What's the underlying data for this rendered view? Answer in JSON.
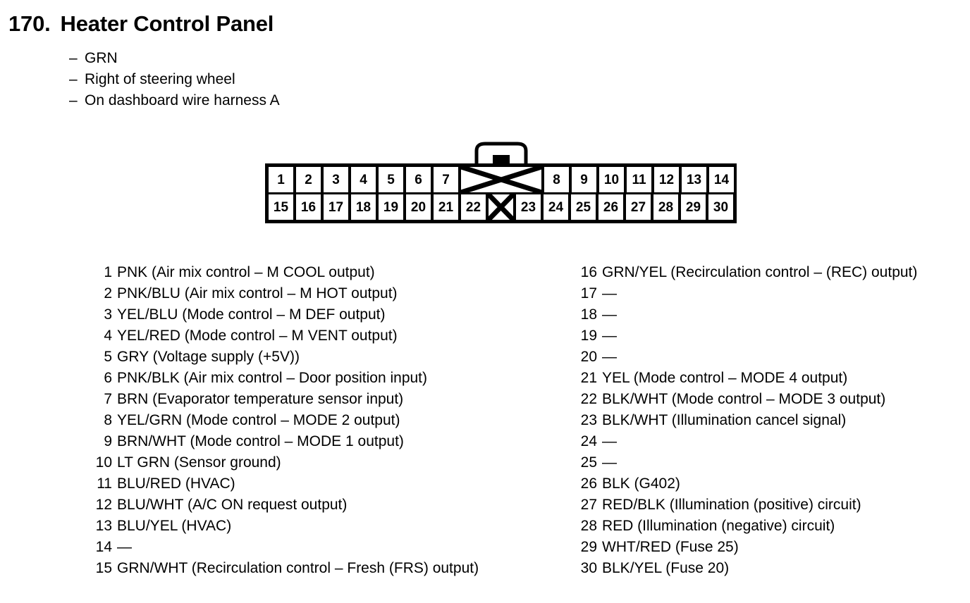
{
  "header": {
    "number": "170.",
    "title": "Heater Control Panel",
    "bullets": [
      {
        "dash": "–",
        "text": "GRN"
      },
      {
        "dash": "–",
        "text": "Right of steering wheel"
      },
      {
        "dash": "–",
        "text": "On dashboard wire harness A"
      }
    ]
  },
  "connector": {
    "latch_icon": "connector-latch-tab",
    "blank_marker": "x-crossed-blank-cavity",
    "top_row": [
      {
        "label": "1",
        "type": "pin",
        "span": 1
      },
      {
        "label": "2",
        "type": "pin",
        "span": 1
      },
      {
        "label": "3",
        "type": "pin",
        "span": 1
      },
      {
        "label": "4",
        "type": "pin",
        "span": 1
      },
      {
        "label": "5",
        "type": "pin",
        "span": 1
      },
      {
        "label": "6",
        "type": "pin",
        "span": 1
      },
      {
        "label": "7",
        "type": "pin",
        "span": 1
      },
      {
        "label": "",
        "type": "blank",
        "span": 2
      },
      {
        "label": "8",
        "type": "pin",
        "span": 1
      },
      {
        "label": "9",
        "type": "pin",
        "span": 1
      },
      {
        "label": "10",
        "type": "pin",
        "span": 1
      },
      {
        "label": "11",
        "type": "pin",
        "span": 1
      },
      {
        "label": "12",
        "type": "pin",
        "span": 1
      },
      {
        "label": "13",
        "type": "pin",
        "span": 1
      },
      {
        "label": "14",
        "type": "pin",
        "span": 1
      }
    ],
    "bottom_row": [
      {
        "label": "15",
        "type": "pin",
        "span": 1
      },
      {
        "label": "16",
        "type": "pin",
        "span": 1
      },
      {
        "label": "17",
        "type": "pin",
        "span": 1
      },
      {
        "label": "18",
        "type": "pin",
        "span": 1
      },
      {
        "label": "19",
        "type": "pin",
        "span": 1
      },
      {
        "label": "20",
        "type": "pin",
        "span": 1
      },
      {
        "label": "21",
        "type": "pin",
        "span": 1
      },
      {
        "label": "22",
        "type": "pin",
        "span": 1
      },
      {
        "label": "",
        "type": "blank",
        "span": 1
      },
      {
        "label": "23",
        "type": "pin",
        "span": 1
      },
      {
        "label": "24",
        "type": "pin",
        "span": 1
      },
      {
        "label": "25",
        "type": "pin",
        "span": 1
      },
      {
        "label": "26",
        "type": "pin",
        "span": 1
      },
      {
        "label": "27",
        "type": "pin",
        "span": 1
      },
      {
        "label": "28",
        "type": "pin",
        "span": 1
      },
      {
        "label": "29",
        "type": "pin",
        "span": 1
      },
      {
        "label": "30",
        "type": "pin",
        "span": 1
      }
    ]
  },
  "pin_list_left": [
    {
      "no": "1",
      "desc": "PNK (Air mix control – M COOL output)"
    },
    {
      "no": "2",
      "desc": "PNK/BLU (Air mix control – M HOT output)"
    },
    {
      "no": "3",
      "desc": "YEL/BLU (Mode control – M DEF output)"
    },
    {
      "no": "4",
      "desc": "YEL/RED (Mode control – M VENT output)"
    },
    {
      "no": "5",
      "desc": "GRY (Voltage supply (+5V))"
    },
    {
      "no": "6",
      "desc": "PNK/BLK (Air mix control – Door position input)"
    },
    {
      "no": "7",
      "desc": "BRN (Evaporator temperature sensor input)"
    },
    {
      "no": "8",
      "desc": "YEL/GRN (Mode control – MODE 2 output)"
    },
    {
      "no": "9",
      "desc": "BRN/WHT (Mode control – MODE 1 output)"
    },
    {
      "no": "10",
      "desc": "LT GRN (Sensor ground)"
    },
    {
      "no": "11",
      "desc": "BLU/RED (HVAC)"
    },
    {
      "no": "12",
      "desc": "BLU/WHT (A/C ON request output)"
    },
    {
      "no": "13",
      "desc": "BLU/YEL (HVAC)"
    },
    {
      "no": "14",
      "desc": "—"
    },
    {
      "no": "15",
      "desc": "GRN/WHT (Recirculation control – Fresh (FRS) output)"
    }
  ],
  "pin_list_right": [
    {
      "no": "16",
      "desc": "GRN/YEL (Recirculation control – (REC) output)"
    },
    {
      "no": "17",
      "desc": "—"
    },
    {
      "no": "18",
      "desc": "—"
    },
    {
      "no": "19",
      "desc": "—"
    },
    {
      "no": "20",
      "desc": "—"
    },
    {
      "no": "21",
      "desc": "YEL (Mode control – MODE 4 output)"
    },
    {
      "no": "22",
      "desc": "BLK/WHT (Mode control – MODE 3 output)"
    },
    {
      "no": "23",
      "desc": "BLK/WHT (Illumination cancel signal)"
    },
    {
      "no": "24",
      "desc": "—"
    },
    {
      "no": "25",
      "desc": "—"
    },
    {
      "no": "26",
      "desc": "BLK (G402)"
    },
    {
      "no": "27",
      "desc": "RED/BLK (Illumination (positive) circuit)"
    },
    {
      "no": "28",
      "desc": "RED (Illumination (negative) circuit)"
    },
    {
      "no": "29",
      "desc": "WHT/RED (Fuse 25)"
    },
    {
      "no": "30",
      "desc": "BLK/YEL (Fuse 20)"
    }
  ],
  "colors": {
    "ink": "#000000",
    "paper": "#ffffff"
  }
}
